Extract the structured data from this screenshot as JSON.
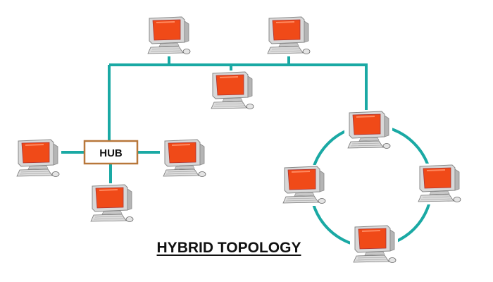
{
  "title": "HYBRID TOPOLOGY",
  "hub_label": "HUB",
  "colors": {
    "link": "#1aa9a4",
    "screen": "#f04a18",
    "hub_border": "#b8773a"
  },
  "nodes": [
    {
      "id": "bus-pc-1",
      "group": "bus"
    },
    {
      "id": "bus-pc-2",
      "group": "bus"
    },
    {
      "id": "bus-pc-3",
      "group": "bus"
    },
    {
      "id": "ring-pc-top",
      "group": "ring"
    },
    {
      "id": "ring-pc-left",
      "group": "ring"
    },
    {
      "id": "ring-pc-right",
      "group": "ring"
    },
    {
      "id": "ring-pc-bottom",
      "group": "ring"
    },
    {
      "id": "star-pc-left",
      "group": "star"
    },
    {
      "id": "star-pc-right",
      "group": "star"
    },
    {
      "id": "star-pc-bottom",
      "group": "star"
    }
  ]
}
